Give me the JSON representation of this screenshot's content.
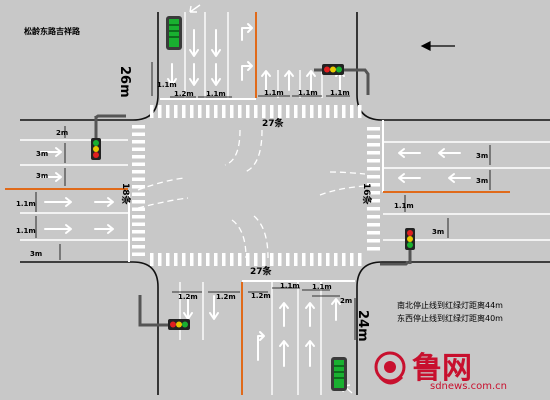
{
  "caption": {
    "title": "松龄东路吉祥路",
    "note_ns": "南北停止线到红绿灯距离44m",
    "note_ew": "东西停止线到红绿灯距离40m"
  },
  "crosswalk": {
    "north": "27条",
    "south": "27条",
    "west": "18条",
    "east": "16条"
  },
  "dims": {
    "north_depth": "26m",
    "south_depth": "24m",
    "north_top": "1.1m",
    "north_lanes": [
      "1.2m",
      "1.1m",
      "1.1m",
      "1.1m",
      "1.1m"
    ],
    "south_lanes": [
      "1.2m",
      "1.2m",
      "1.2m",
      "1.1m",
      "1.1m"
    ],
    "south_sub": "2m",
    "west": [
      "2m",
      "3m",
      "3m",
      "1.1m",
      "1.1m",
      "3m"
    ],
    "east": [
      "3m",
      "3m",
      "1.1m",
      "3m"
    ]
  },
  "watermark": {
    "brand": "鲁网",
    "url": "sdnews.com.cn"
  },
  "colors": {
    "road": "#c8c8c8",
    "lane_line": "#ffffff",
    "center_line": "#e06a1a",
    "curb": "#111111",
    "signal_red": "#e02020",
    "signal_yellow": "#e8c800",
    "signal_green": "#19b030",
    "brand": "#c8102e"
  },
  "icons": [
    "compass-arrow-icon",
    "traffic-light-icon",
    "lane-arrow-icon",
    "pedestrian-signal-icon",
    "logo-icon"
  ]
}
